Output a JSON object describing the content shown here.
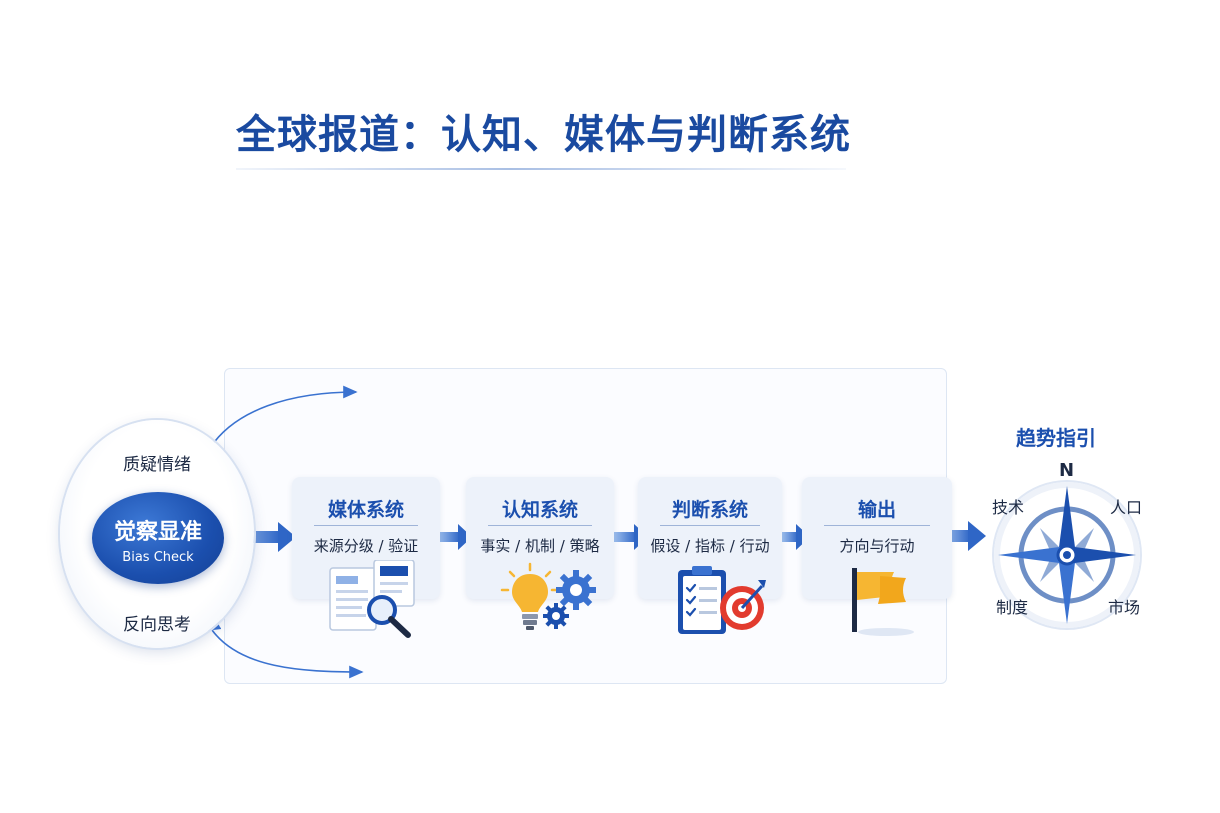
{
  "header": {
    "title": "全球报道：认知、媒体与判断系统"
  },
  "bias_check": {
    "main_label": "觉察显准",
    "sub_label": "Bias Check",
    "top_label": "质疑情绪",
    "bottom_label": "反向思考"
  },
  "stages": [
    {
      "title": "媒体系统",
      "subtitle": "来源分级 / 验证",
      "icon": "document-search-icon"
    },
    {
      "title": "认知系统",
      "subtitle": "事实 / 机制 / 策略",
      "icon": "lightbulb-gears-icon"
    },
    {
      "title": "判断系统",
      "subtitle": "假设 / 指标 / 行动",
      "icon": "checklist-target-icon"
    },
    {
      "title": "输出",
      "subtitle": "方向与行动",
      "icon": "flag-icon"
    }
  ],
  "compass": {
    "title": "趋势指引",
    "north": "N",
    "top_left": "技术",
    "top_right": "人口",
    "bottom_left": "制度",
    "bottom_right": "市场",
    "icon": "compass-icon"
  },
  "colors": {
    "primary": "#1b4fae",
    "arrow": "#3a72d0",
    "card_bg": "#edf2fa",
    "flag": "#f6b632"
  }
}
